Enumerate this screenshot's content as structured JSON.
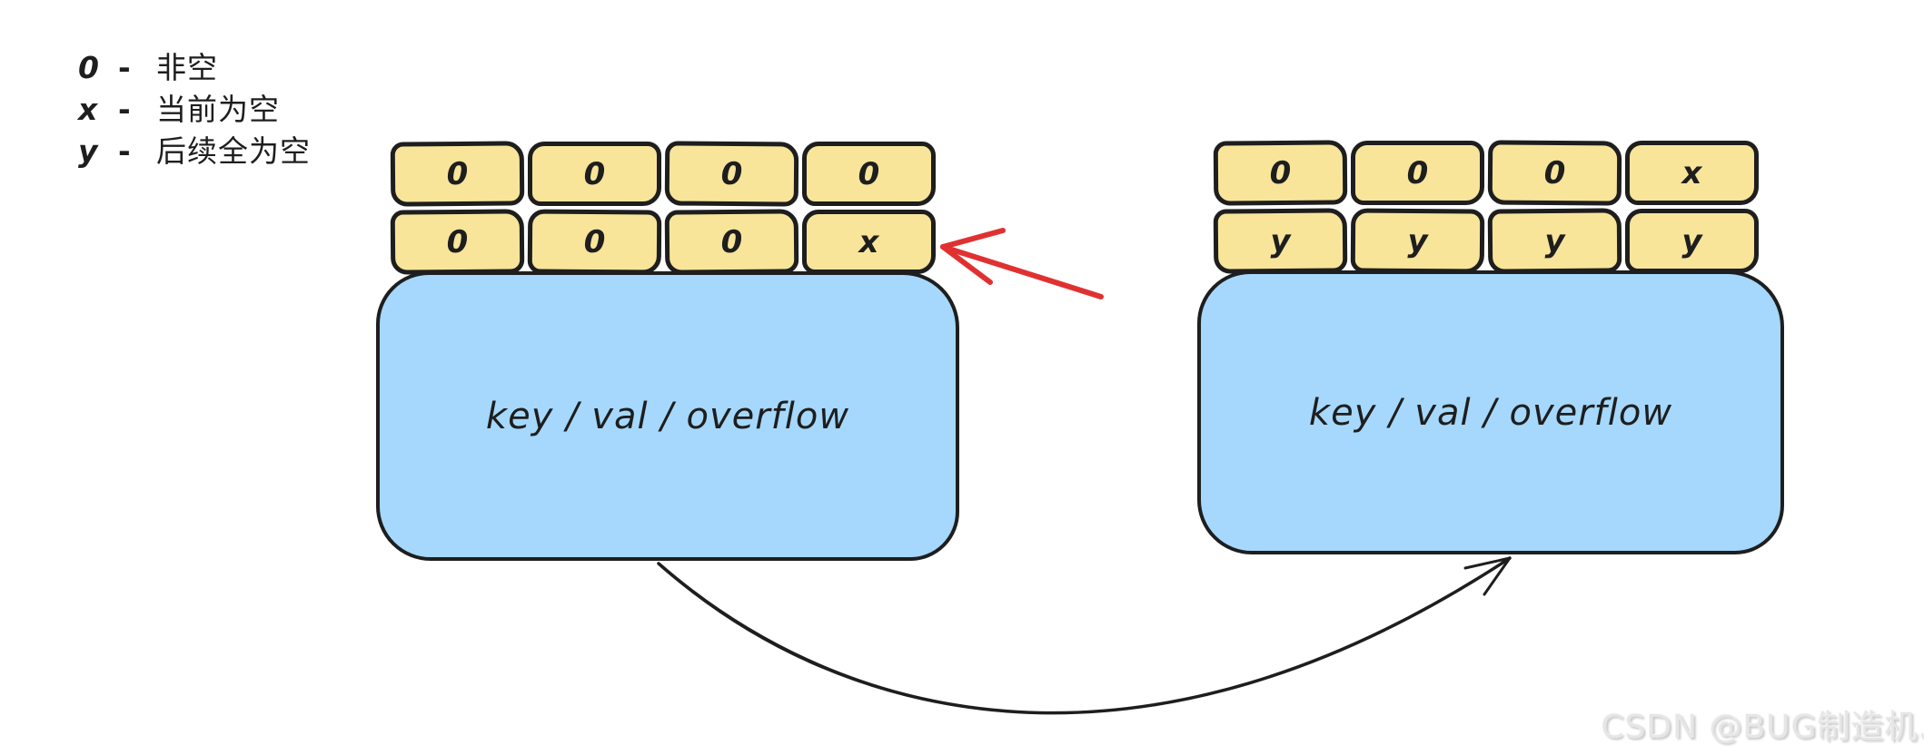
{
  "legend": {
    "separator": "-",
    "items": [
      {
        "symbol": "0",
        "label": "非空"
      },
      {
        "symbol": "x",
        "label": "当前为空"
      },
      {
        "symbol": "y",
        "label": "后续全为空"
      }
    ]
  },
  "buckets": [
    {
      "id": "old-bucket",
      "tophash": [
        [
          "0",
          "0",
          "0",
          "0"
        ],
        [
          "0",
          "0",
          "0",
          "x"
        ]
      ],
      "body_label": "key / val / overflow"
    },
    {
      "id": "overflow-bucket",
      "tophash": [
        [
          "0",
          "0",
          "0",
          "x"
        ],
        [
          "y",
          "y",
          "y",
          "y"
        ]
      ],
      "body_label": "key / val / overflow"
    }
  ],
  "watermark": "CSDN @BUG制造机.",
  "colors": {
    "ink": "#1e1e1e",
    "cell_fill": "#f8e59a",
    "body_fill": "#a5d8fc",
    "red_arrow": "#e03131",
    "watermark": "#e6e6e6"
  }
}
